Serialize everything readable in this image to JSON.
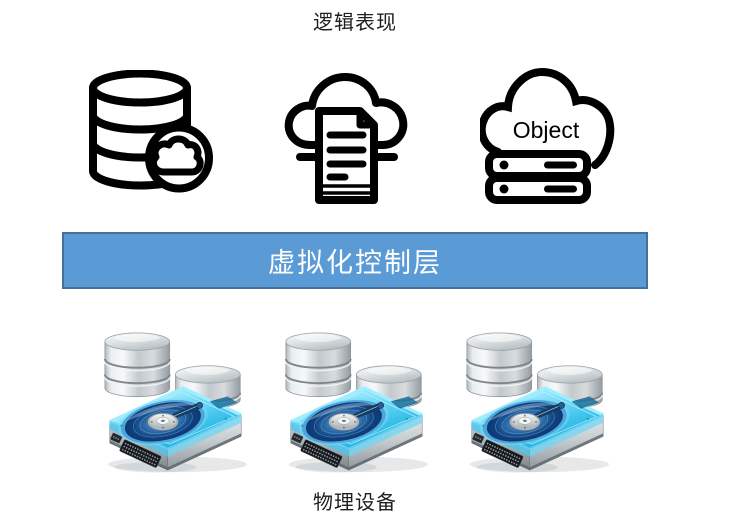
{
  "page": {
    "background_color": "#FFFFFF"
  },
  "logical_layer": {
    "label": "逻辑表现",
    "icons": [
      {
        "name": "database-cloud-icon"
      },
      {
        "name": "cloud-document-icon"
      },
      {
        "name": "object-storage-icon",
        "label": "Object"
      }
    ]
  },
  "virtualization_banner": {
    "label": "虚拟化控制层",
    "fill_color": "#5B9BD5",
    "border_color": "#41719C",
    "text_color": "#FFFFFF"
  },
  "physical_layer": {
    "label": "物理设备",
    "device_count": 3,
    "device_name": "disk-array-device"
  },
  "icon_colors": {
    "outline": "#000000",
    "hdd_top_cyan": "#3FC3EC",
    "platter_blue": "#11417E",
    "metal_gray": "#C3C9CC"
  }
}
